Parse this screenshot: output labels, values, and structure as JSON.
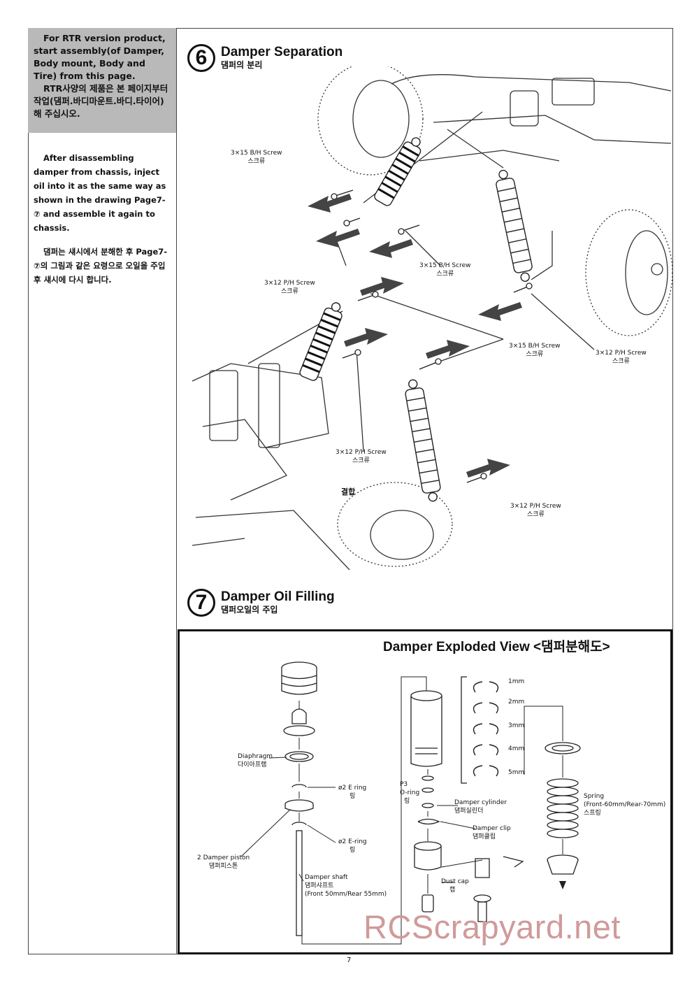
{
  "sidebar": {
    "rtr_notice_en": "For RTR version product, start assembly(of Damper, Body mount, Body and Tire) from this page.",
    "rtr_notice_ko": "RTR사양의 제품은 본 페이지부터 작업(댐퍼.바디마운트.바디.타이어)해 주십시오.",
    "instruction_en": "After disassembling damper from chassis, inject oil into it as the same way as shown in the drawing Page7- ⑦ and assemble it again to chassis.",
    "instruction_ko": "댐퍼는 섀시에서 분해한 후 Page7-⑦의 그림과 같은 요령으로 오일을 주입 후 섀시에 다시 합니다."
  },
  "step6": {
    "number": "6",
    "title": "Damper Separation",
    "subtitle": "댐퍼의 분리",
    "labels": {
      "screw_a_en": "3×15 B/H Screw",
      "screw_a_ko": "스크류",
      "screw_b_en": "3×12 P/H Screw",
      "screw_b_ko": "스크류",
      "screw_c_en": "3×15 B/H Screw",
      "screw_c_ko": "스크류",
      "screw_d_en": "3×15 B/H Screw",
      "screw_d_ko": "스크류",
      "screw_e_en": "3×12 P/H Screw",
      "screw_e_ko": "스크류",
      "screw_f_en": "3×12 P/H Screw",
      "screw_f_ko": "스크류",
      "screw_g_en": "3×12 P/H Screw",
      "screw_g_ko": "스크류",
      "assembled": "결합"
    }
  },
  "step7": {
    "number": "7",
    "title": "Damper Oil Filling",
    "subtitle": "댐퍼오일의 주입",
    "exploded_title": "Damper Exploded View <댐퍼분해도>",
    "labels": {
      "diaphragm_en": "Diaphragm",
      "diaphragm_ko": "다이아프램",
      "ering1_en": "ø2 E ring",
      "ering1_ko": "링",
      "ering2_en": "ø2 E-ring",
      "ering2_ko": "링",
      "piston_en": "2 Damper piston",
      "piston_ko": "댐퍼피스톤",
      "shaft_en": "Damper shaft",
      "shaft_ko": "댐퍼샤프트",
      "shaft_spec": "(Front 50mm/Rear 55mm)",
      "oring_en": "P3",
      "oring_en2": "O-ring",
      "oring_ko": "링",
      "cylinder_en": "Damper cylinder",
      "cylinder_ko": "댐퍼실린더",
      "clip_en": "Damper clip",
      "clip_ko": "댐퍼클립",
      "dustcap_en": "Dust cap",
      "dustcap_ko": "캡",
      "spring_en": "Spring",
      "spring_spec": "(Front-60mm/Rear-70mm)",
      "spring_ko": "스프링",
      "clip_sizes": [
        "1mm",
        "2mm",
        "3mm",
        "4mm",
        "5mm"
      ]
    }
  },
  "page_number": "7",
  "watermark": "RCScrapyard.net"
}
